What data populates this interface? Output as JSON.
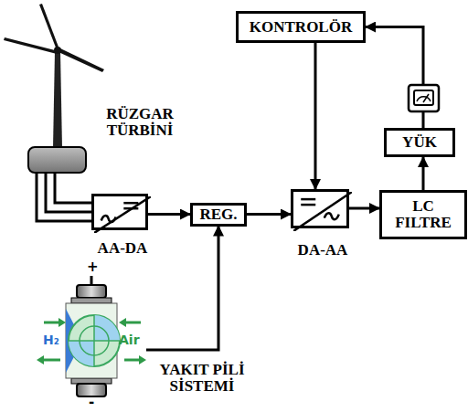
{
  "diagram": {
    "nodes": [
      {
        "text": [
          "RÜZGAR TÜRBİNİ"
        ]
      },
      {
        "text": [
          "KONTROLÖR"
        ]
      },
      {
        "text": [
          "AA-DA"
        ]
      },
      {
        "text": [
          "REG."
        ]
      },
      {
        "text": [
          "DA-AA"
        ]
      },
      {
        "text": [
          "LC FILTRE"
        ]
      },
      {
        "text": [
          "YÜK"
        ]
      },
      {
        "text": [
          "YAKIT PİLİ SİSTEMİ"
        ]
      }
    ],
    "edges": [
      {
        "from": 0,
        "to": 2,
        "arrow": "none"
      },
      {
        "from": 2,
        "to": 3,
        "arrow": "to"
      },
      {
        "from": 7,
        "to": 3,
        "arrow": "to"
      },
      {
        "from": 3,
        "to": 4,
        "arrow": "to"
      },
      {
        "from": 1,
        "to": 4,
        "arrow": "to"
      },
      {
        "from": 4,
        "to": 5,
        "arrow": "to"
      },
      {
        "from": 5,
        "to": 6,
        "arrow": "to"
      },
      {
        "from": 6,
        "to": 1,
        "arrow": "to"
      }
    ],
    "labels": [
      "H₂",
      "Air",
      "+",
      "-"
    ]
  }
}
